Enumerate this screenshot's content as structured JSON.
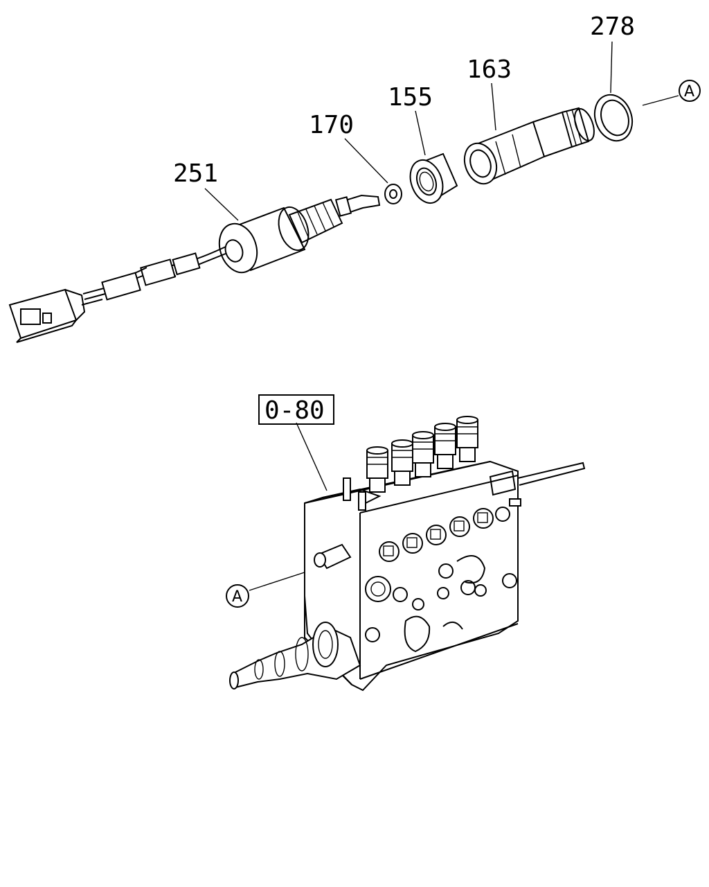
{
  "callouts": {
    "c278": "278",
    "c163": "163",
    "c155": "155",
    "c170": "170",
    "c251": "251",
    "assembly_ref": "0-80"
  },
  "refs": {
    "top_a": "A",
    "bottom_a": "A"
  }
}
